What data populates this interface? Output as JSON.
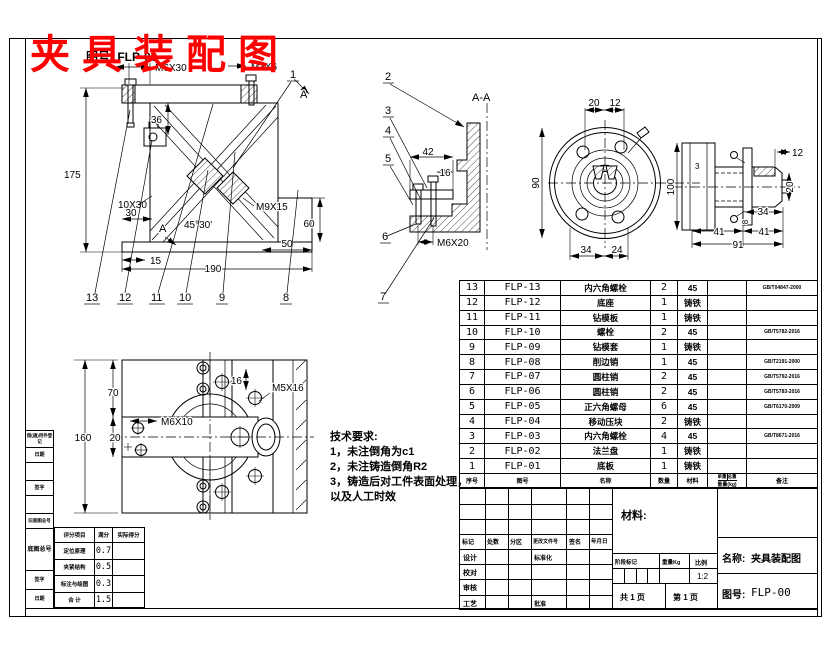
{
  "colors": {
    "line": "#000000",
    "red": "#ff0000",
    "bg": "#ffffff"
  },
  "header": {
    "title": "夹具装配图",
    "overlay_no": "图号: FLP-00"
  },
  "tech_notes": {
    "heading": "技术要求:",
    "line1": "1，未注倒角为c1",
    "line2": "2，未注铸造倒角R2",
    "line3": "3，铸造后对工件表面处理，",
    "line4": "以及人工时效"
  },
  "parts_table": {
    "header": {
      "seq": "序号",
      "code": "图号",
      "name": "名称",
      "qty": "数量",
      "material": "材料",
      "unit_weight": "单重",
      "total_weight": "总重",
      "weight": "重量(kg)",
      "note": "备注"
    },
    "rows": [
      {
        "seq": "13",
        "code": "FLP-13",
        "name": "内六角螺栓",
        "qty": "2",
        "material": "45",
        "note": "GB/T04847-2000"
      },
      {
        "seq": "12",
        "code": "FLP-12",
        "name": "底座",
        "qty": "1",
        "material": "铸铁",
        "note": ""
      },
      {
        "seq": "11",
        "code": "FLP-11",
        "name": "钻模板",
        "qty": "1",
        "material": "铸铁",
        "note": ""
      },
      {
        "seq": "10",
        "code": "FLP-10",
        "name": "螺栓",
        "qty": "2",
        "material": "45",
        "note": "GB/T5782-2016"
      },
      {
        "seq": "9",
        "code": "FLP-09",
        "name": "钻模套",
        "qty": "1",
        "material": "铸铁",
        "note": ""
      },
      {
        "seq": "8",
        "code": "FLP-08",
        "name": "削边销",
        "qty": "1",
        "material": "45",
        "note": "GB/T2191-2000"
      },
      {
        "seq": "7",
        "code": "FLP-07",
        "name": "圆柱销",
        "qty": "2",
        "material": "45",
        "note": "GB/T5792-2016"
      },
      {
        "seq": "6",
        "code": "FLP-06",
        "name": "圆柱销",
        "qty": "2",
        "material": "45",
        "note": "GB/T5783-2016"
      },
      {
        "seq": "5",
        "code": "FLP-05",
        "name": "正六角螺母",
        "qty": "6",
        "material": "45",
        "note": "GB/T6170-2009"
      },
      {
        "seq": "4",
        "code": "FLP-04",
        "name": "移动压块",
        "qty": "2",
        "material": "铸铁",
        "note": ""
      },
      {
        "seq": "3",
        "code": "FLP-03",
        "name": "内六角螺栓",
        "qty": "4",
        "material": "45",
        "note": "GB/T8671-2016"
      },
      {
        "seq": "2",
        "code": "FLP-02",
        "name": "法兰盘",
        "qty": "1",
        "material": "铸铁",
        "note": ""
      },
      {
        "seq": "1",
        "code": "FLP-01",
        "name": "底板",
        "qty": "1",
        "material": "铸铁",
        "note": ""
      }
    ]
  },
  "title_block": {
    "material_label": "材料:",
    "rev": {
      "mark": "标记",
      "count": "处数",
      "zone": "分区",
      "doc": "更改文件号",
      "sign": "签名",
      "date": "年月日"
    },
    "roles": {
      "design": "设计",
      "check": "校对",
      "audit": "审核",
      "craft": "工艺",
      "standard": "标准化",
      "approve": "批准"
    },
    "stage_label": "阶段标记",
    "weight_label": "重量Kg",
    "scale_label": "比例",
    "scale_value": "1:2",
    "sheets_total": "共 1 页",
    "sheet_no": "第 1 页",
    "name_label": "名称:",
    "name_value": "夹具装配图",
    "no_label": "图号:",
    "no_value": "FLP-00"
  },
  "grade_table": {
    "h_item": "评分项目",
    "h_full": "满分",
    "h_actual": "实际得分",
    "rows": [
      {
        "item": "定位原理",
        "score": "0.7"
      },
      {
        "item": "夹紧结构",
        "score": "0.5"
      },
      {
        "item": "标注与绘图",
        "score": "0.3"
      },
      {
        "item": "合  计",
        "score": "1.5"
      }
    ]
  },
  "margin": {
    "b1": "借(通)用件登记",
    "b2": "日期",
    "b3": "",
    "b4": "签字",
    "b5": "",
    "b6": "旧底图总号",
    "b7": "底图总号",
    "b8": "签字",
    "b9": "日期"
  },
  "views": {
    "v1": {
      "m6x30": "M6X30",
      "m3x6": "M3X6",
      "n36": "36",
      "n175": "175",
      "n10x30": "10X30",
      "n30": "30",
      "angle": "45°30'",
      "m9x15": "M9X15",
      "n60": "60",
      "n50": "50",
      "n15": "15",
      "n190": "190",
      "sec": "A",
      "b1": "1",
      "b8": "8",
      "b9": "9",
      "b10": "10",
      "b11": "11",
      "b12": "12",
      "b13": "13"
    },
    "v2": {
      "label": "A-A",
      "n42": "42",
      "n16": "16",
      "m6x20": "M6X20",
      "b2": "2",
      "b3": "3",
      "b4": "4",
      "b5": "5",
      "b6": "6",
      "b7": "7"
    },
    "v3": {
      "n20": "20",
      "n12": "12",
      "n90": "90",
      "n34": "34",
      "n24": "24"
    },
    "v4": {
      "n12": "12",
      "n20": "20",
      "n34": "34",
      "n41a": "41",
      "n41b": "41",
      "n91": "91",
      "n100": "100",
      "n8": "8",
      "n3": "3"
    },
    "v5": {
      "n160": "160",
      "n70": "70",
      "n20": "20",
      "n16": "16",
      "m6x10": "M6X10",
      "m5x16": "M5X16"
    }
  }
}
